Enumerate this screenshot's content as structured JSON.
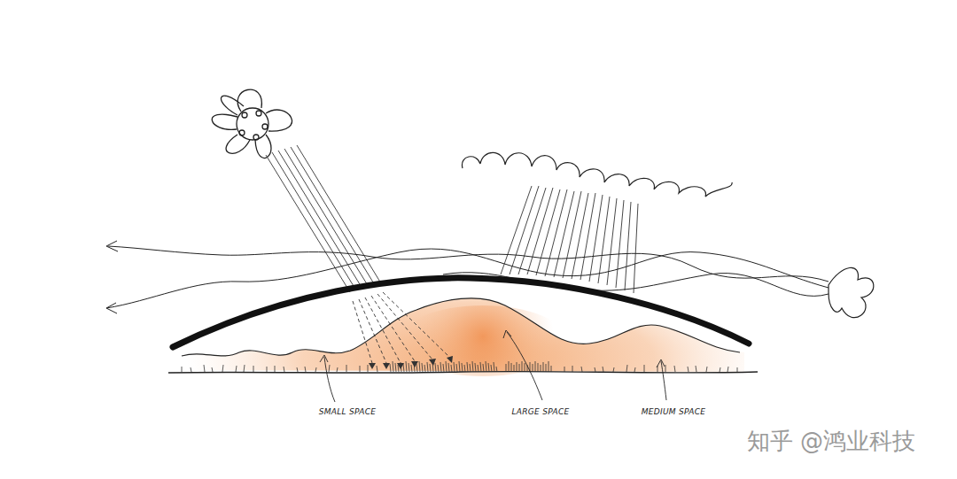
{
  "diagram": {
    "labels": [
      "SMALL SPACE",
      "LARGE SPACE",
      "MEDIUM SPACE",
      "知乎 @鸿业科技"
    ]
  }
}
